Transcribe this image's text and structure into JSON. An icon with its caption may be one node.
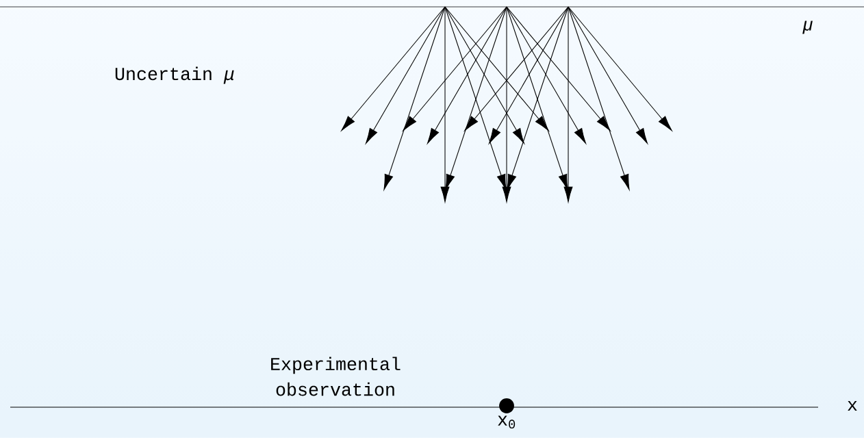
{
  "diagram": {
    "labels": [
      "*μ*",
      "Uncertain *μ*",
      "Experimental observation",
      "x",
      "x$_{0}$"
    ]
  }
}
